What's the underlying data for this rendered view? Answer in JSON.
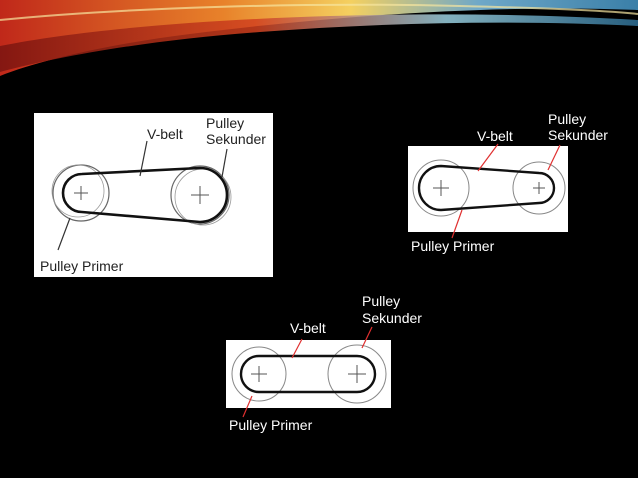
{
  "colors": {
    "background": "#000000",
    "panel": "#ffffff",
    "leader_on_black": "#e03030",
    "belt": "#000000"
  },
  "diagram_1": {
    "vbelt_label": "V-belt",
    "secondary_label_line1": "Pulley",
    "secondary_label_line2": "Sekunder",
    "primary_label": "Pulley Primer"
  },
  "diagram_2": {
    "vbelt_label": "V-belt",
    "secondary_label_line1": "Pulley",
    "secondary_label_line2": "Sekunder",
    "primary_label": "Pulley Primer"
  },
  "diagram_3": {
    "vbelt_label": "V-belt",
    "secondary_label_line1": "Pulley",
    "secondary_label_line2": "Sekunder",
    "primary_label": "Pulley Primer"
  }
}
